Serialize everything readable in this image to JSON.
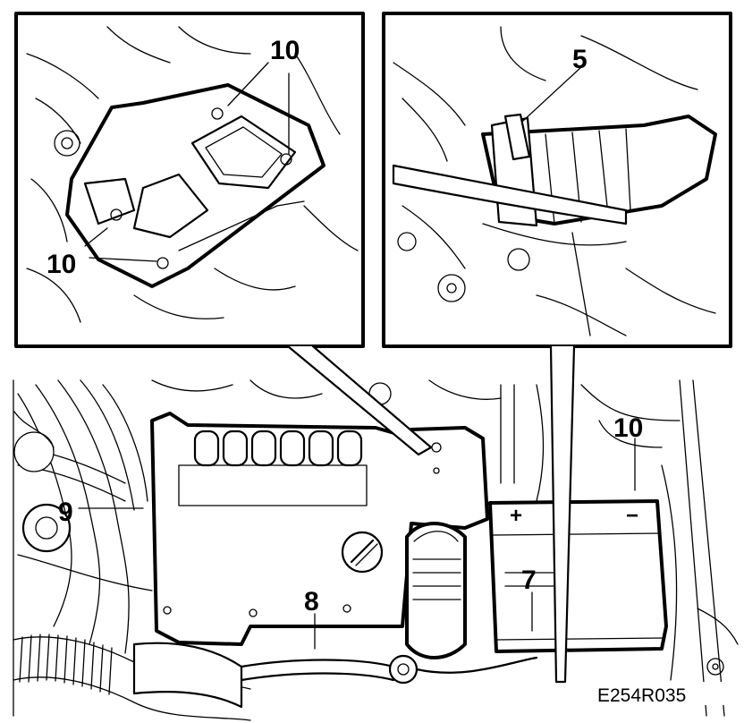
{
  "figure_code": "E254R035",
  "callouts": {
    "inset_left_top": "10",
    "inset_left_bottom": "10",
    "inset_right": "5",
    "main_right": "10",
    "main_left": "9",
    "main_center": "8",
    "main_battery": "7"
  },
  "battery_symbols": {
    "plus": "+",
    "minus": "−"
  }
}
